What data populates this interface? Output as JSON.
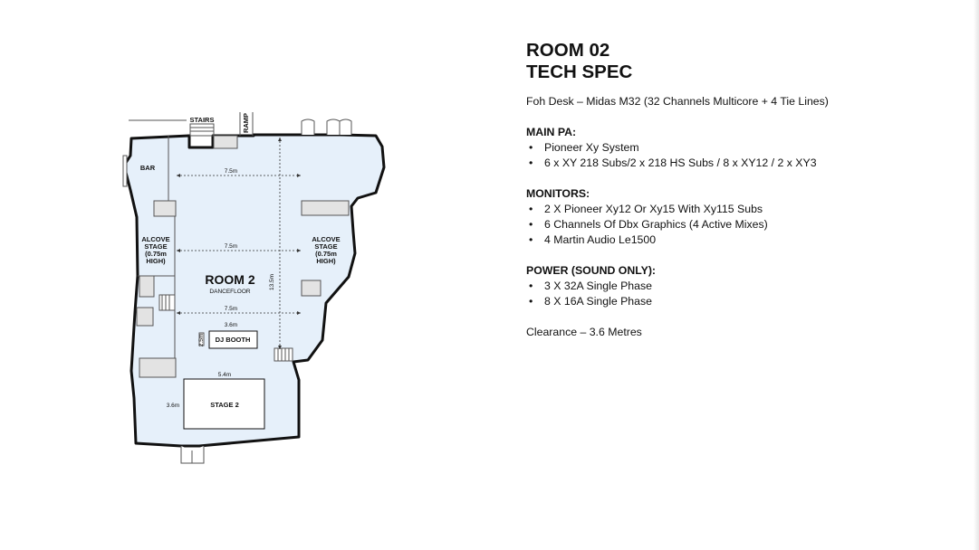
{
  "spec": {
    "title_line1": "ROOM 02",
    "title_line2": "TECH SPEC",
    "foh": "Foh Desk – Midas M32 (32 Channels Multicore + 4 Tie Lines)",
    "main_pa": {
      "heading": "MAIN PA:",
      "items": [
        "Pioneer Xy System",
        "6 x XY 218 Subs/2 x 218 HS Subs / 8 x XY12 / 2 x XY3"
      ]
    },
    "monitors": {
      "heading": "MONITORS:",
      "items": [
        "2 X Pioneer Xy12 Or Xy15 With Xy115 Subs",
        "6 Channels Of Dbx Graphics (4 Active Mixes)",
        "4 Martin Audio Le1500"
      ]
    },
    "power": {
      "heading": "POWER (SOUND ONLY):",
      "items": [
        "3 X 32A Single Phase",
        "8 X 16A Single Phase"
      ]
    },
    "clearance": "Clearance – 3.6 Metres",
    "bullet": "•"
  },
  "plan": {
    "stairs": "STAIRS",
    "ramp": "RAMP",
    "bar": "BAR",
    "alcove_left": [
      "ALCOVE",
      "STAGE",
      "(0.75m",
      "HIGH)"
    ],
    "alcove_right": [
      "ALCOVE",
      "STAGE",
      "(0.75m",
      "HIGH)"
    ],
    "room_name": "ROOM 2",
    "room_sub": "DANCEFLOOR",
    "dim_width_top": "7.5m",
    "dim_width_mid": "7.5m",
    "dim_width_low": "7.5m",
    "dim_length": "13.5m",
    "dim_booth_width": "3.6m",
    "dim_booth_depth": "2.5m",
    "dj_booth": "DJ BOOTH",
    "dim_stage_width": "5.4m",
    "dim_stage_depth": "3.6m",
    "stage": "STAGE 2",
    "colors": {
      "floor": "#e6f0fa",
      "wall": "#111111",
      "furniture": "#e3e3e3"
    }
  }
}
